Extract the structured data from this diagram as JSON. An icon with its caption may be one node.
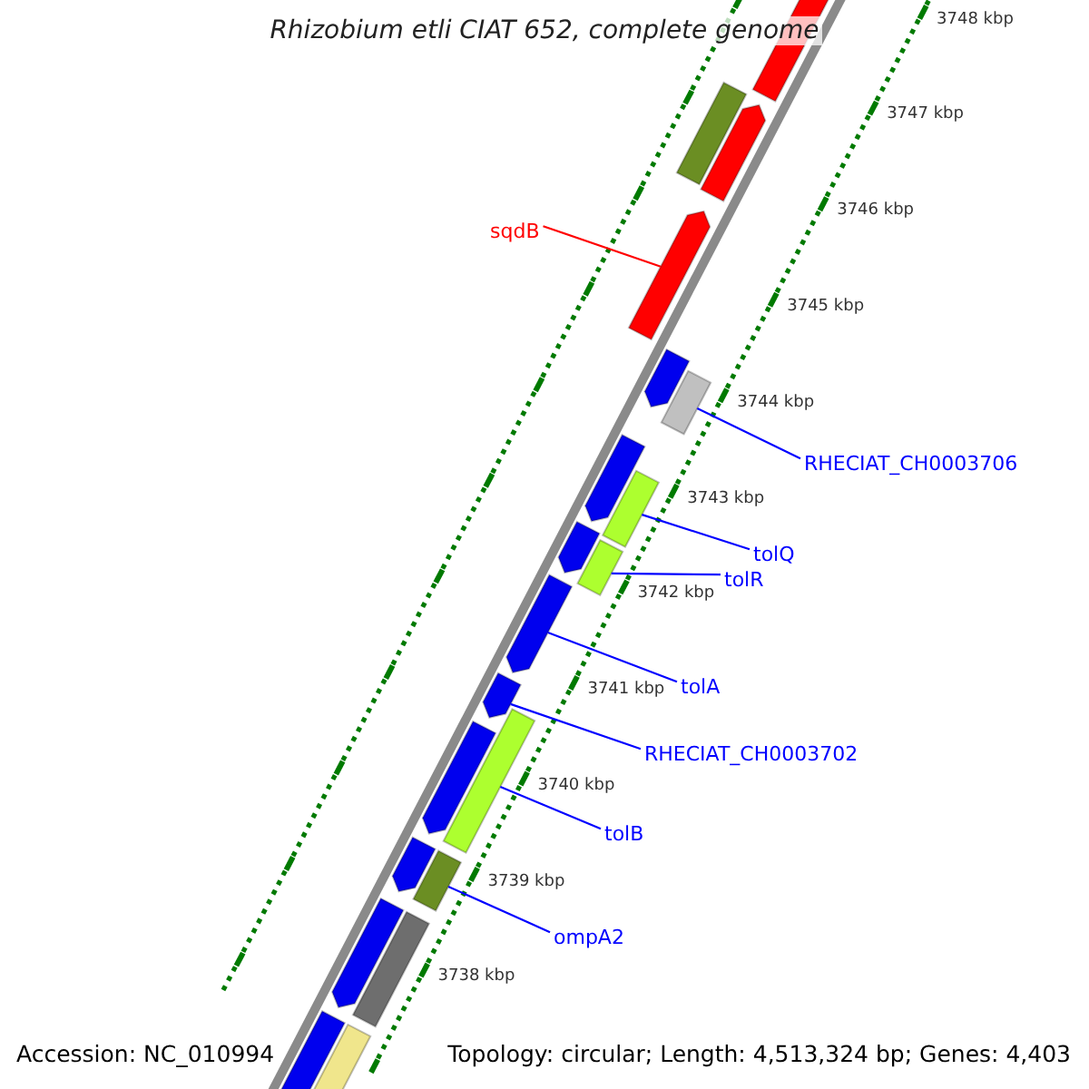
{
  "diagram": {
    "title": "Rhizobium etli CIAT 652, complete genome",
    "nodes": [
      {
        "text": [
          "sqdB"
        ]
      },
      {
        "text": [
          "RHECIAT_CH0003706"
        ]
      },
      {
        "text": [
          "tolQ"
        ]
      },
      {
        "text": [
          "tolR"
        ]
      },
      {
        "text": [
          "tolA"
        ]
      },
      {
        "text": [
          "RHECIAT_CH0003702"
        ]
      },
      {
        "text": [
          "tolB"
        ]
      },
      {
        "text": [
          "ompA2"
        ]
      },
      {
        "text": [],
        "shape": "pentagon"
      },
      {
        "text": [],
        "shape": "bar"
      },
      {
        "text": [],
        "shape": "pentagon"
      },
      {
        "text": [],
        "shape": "pentagon"
      },
      {
        "text": [],
        "shape": "pentagon"
      },
      {
        "text": [],
        "shape": "bar"
      },
      {
        "text": [],
        "shape": "pentagon"
      },
      {
        "text": [],
        "shape": "bar"
      },
      {
        "text": [],
        "shape": "pentagon"
      },
      {
        "text": [],
        "shape": "bar"
      },
      {
        "text": [],
        "shape": "pentagon"
      },
      {
        "text": [],
        "shape": "pentagon"
      },
      {
        "text": [],
        "shape": "bar"
      },
      {
        "text": [],
        "shape": "pentagon"
      },
      {
        "text": [],
        "shape": "pentagon"
      },
      {
        "text": [],
        "shape": "bar"
      },
      {
        "text": [],
        "shape": "pentagon"
      },
      {
        "text": [],
        "shape": "bar"
      },
      {
        "text": [],
        "shape": "pentagon"
      },
      {
        "text": [],
        "shape": "bar"
      }
    ],
    "edges": [
      {
        "from": 0,
        "to": 11,
        "arrow": "none",
        "color": "#ff0000"
      },
      {
        "from": 1,
        "to": 13,
        "arrow": "none"
      },
      {
        "from": 2,
        "to": 15,
        "arrow": "none"
      },
      {
        "from": 3,
        "to": 17,
        "arrow": "none"
      },
      {
        "from": 4,
        "to": 18,
        "arrow": "none"
      },
      {
        "from": 5,
        "to": 19,
        "arrow": "none"
      },
      {
        "from": 6,
        "to": 20,
        "arrow": "none"
      },
      {
        "from": 7,
        "to": 23,
        "arrow": "none"
      }
    ],
    "labels": [
      "3748 kbp",
      "3747 kbp",
      "3746 kbp",
      "3745 kbp",
      "3744 kbp",
      "3743 kbp",
      "3742 kbp",
      "3741 kbp",
      "3740 kbp",
      "3739 kbp",
      "3738 kbp",
      "Accession: NC_010994",
      "Topology: circular; Length: 4,513,324 bp; Genes: 4,403"
    ]
  }
}
